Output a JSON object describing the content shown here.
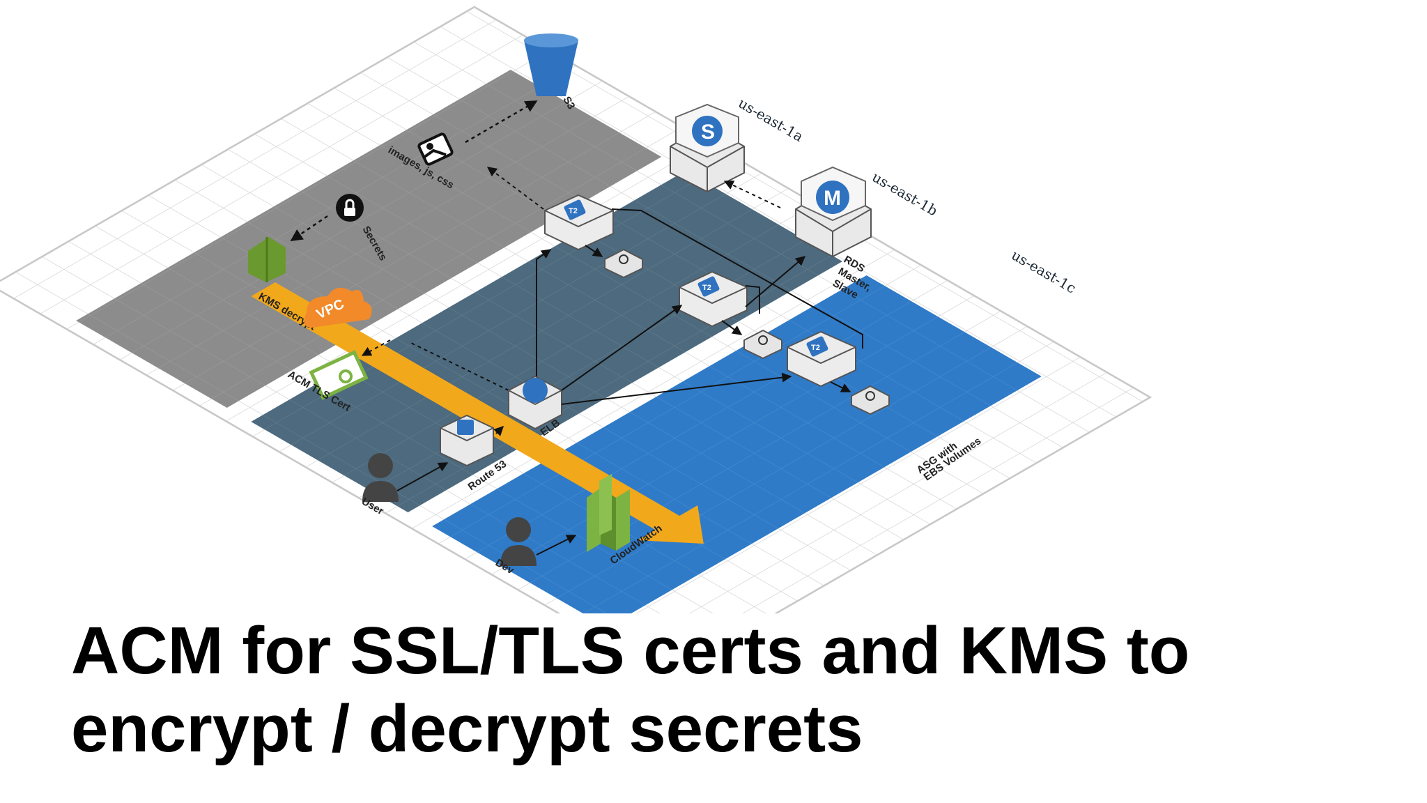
{
  "diagram": {
    "zones": {
      "az_a": "us-east-1a",
      "az_b": "us-east-1b",
      "az_c": "us-east-1c",
      "vpc": "VPC"
    },
    "nodes": {
      "s3": "S3",
      "images": "images, js, css",
      "secrets": "Secrets",
      "kms": "KMS decrypt",
      "acm": "ACM TLS Cert",
      "elb": "ELB",
      "route53": "Route 53",
      "user": "User",
      "dev": "Dev",
      "cloudwatch": "CloudWatch",
      "rds_line1": "RDS",
      "rds_line2": "Master,",
      "rds_line3": "Slave",
      "asg_line1": "ASG with",
      "asg_line2": "EBS Volumes"
    },
    "icon_letters": {
      "s": "S",
      "m": "M",
      "t2": "T2"
    },
    "colors": {
      "az_a": "#8c8c8c",
      "az_b": "#4d6a7e",
      "az_c": "#2f7bc8",
      "asg_band": "#f2a81b",
      "kms": "#6a9a2f",
      "vpc": "#f28a2a",
      "s3": "#2f72c0",
      "acm": "#7cb342"
    }
  },
  "caption": {
    "line1": "ACM for SSL/TLS certs and KMS to",
    "line2": "encrypt / decrypt secrets"
  }
}
